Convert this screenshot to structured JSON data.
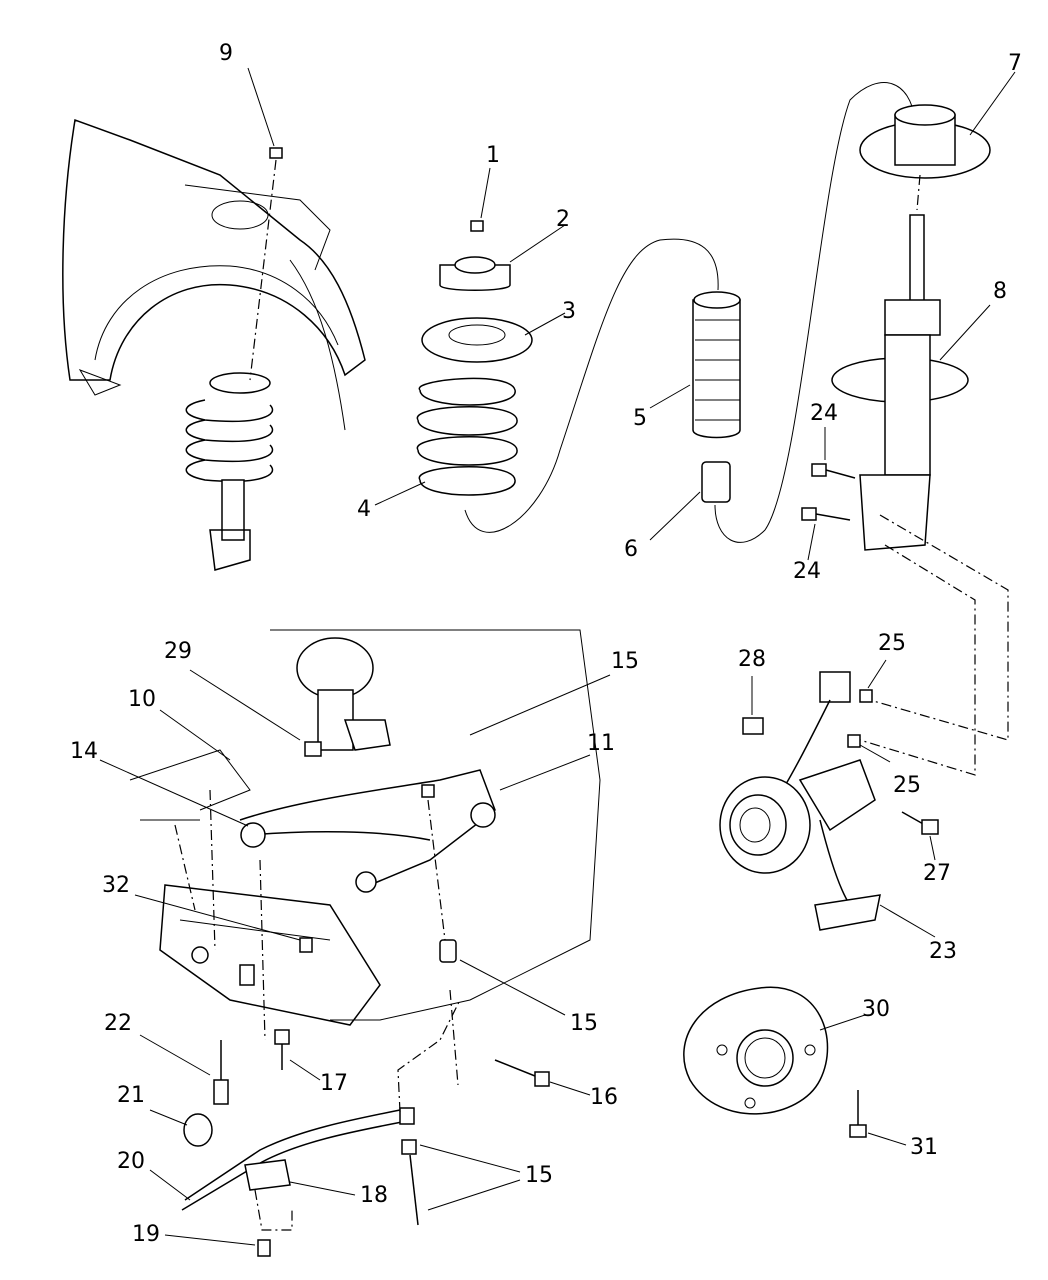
{
  "callouts": [
    {
      "id": "c9",
      "label": "9"
    },
    {
      "id": "c1",
      "label": "1"
    },
    {
      "id": "c2",
      "label": "2"
    },
    {
      "id": "c3",
      "label": "3"
    },
    {
      "id": "c4",
      "label": "4"
    },
    {
      "id": "c5",
      "label": "5"
    },
    {
      "id": "c6",
      "label": "6"
    },
    {
      "id": "c7",
      "label": "7"
    },
    {
      "id": "c8",
      "label": "8"
    },
    {
      "id": "c24a",
      "label": "24"
    },
    {
      "id": "c24b",
      "label": "24"
    },
    {
      "id": "c29",
      "label": "29"
    },
    {
      "id": "c10",
      "label": "10"
    },
    {
      "id": "c14",
      "label": "14"
    },
    {
      "id": "c15a",
      "label": "15"
    },
    {
      "id": "c11",
      "label": "11"
    },
    {
      "id": "c28",
      "label": "28"
    },
    {
      "id": "c25a",
      "label": "25"
    },
    {
      "id": "c25b",
      "label": "25"
    },
    {
      "id": "c27",
      "label": "27"
    },
    {
      "id": "c23",
      "label": "23"
    },
    {
      "id": "c32",
      "label": "32"
    },
    {
      "id": "c15b",
      "label": "15"
    },
    {
      "id": "c22",
      "label": "22"
    },
    {
      "id": "c17",
      "label": "17"
    },
    {
      "id": "c16",
      "label": "16"
    },
    {
      "id": "c21",
      "label": "21"
    },
    {
      "id": "c20",
      "label": "20"
    },
    {
      "id": "c18",
      "label": "18"
    },
    {
      "id": "c15c",
      "label": "15"
    },
    {
      "id": "c19",
      "label": "19"
    },
    {
      "id": "c30",
      "label": "30"
    },
    {
      "id": "c31",
      "label": "31"
    }
  ]
}
